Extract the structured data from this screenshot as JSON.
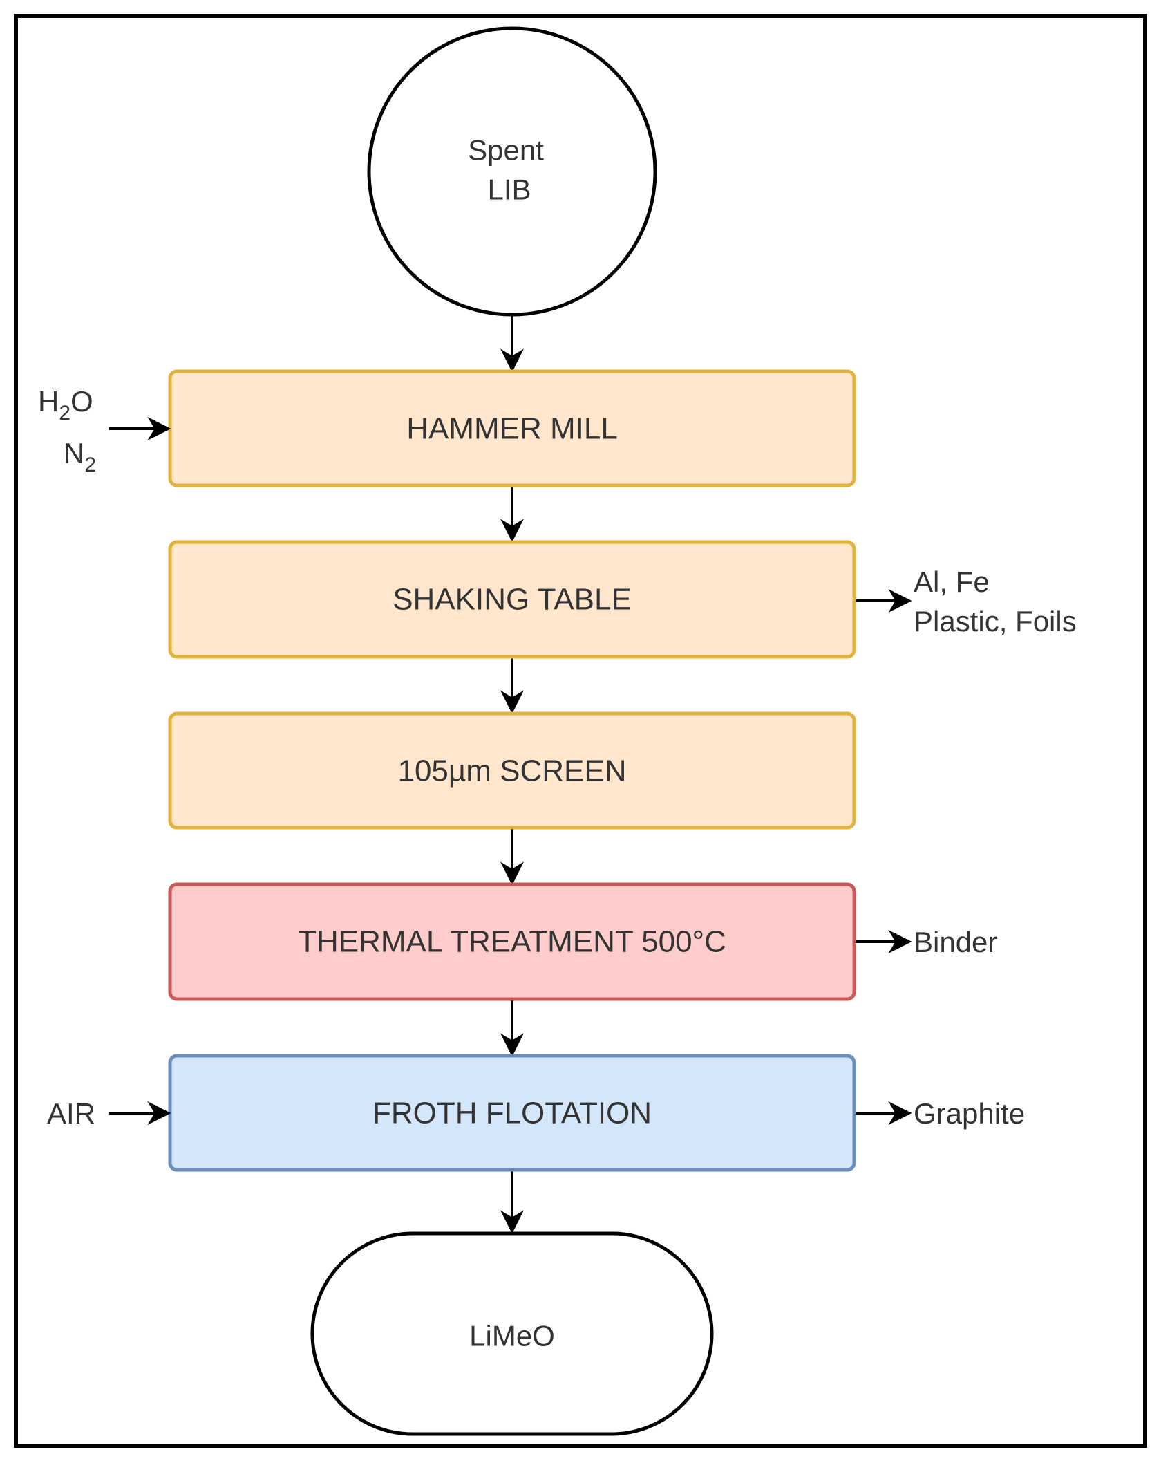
{
  "colors": {
    "mechanical_fill": "#ffe6cc",
    "mechanical_stroke": "#e2b33b",
    "thermal_fill": "#ffcccc",
    "thermal_stroke": "#c9585a",
    "flotation_fill": "#d4e6f9",
    "flotation_stroke": "#6c8ebf",
    "line": "#000000",
    "text": "#333333"
  },
  "start": {
    "line1": "Spent",
    "line2": "LIB"
  },
  "steps": [
    {
      "label": "HAMMER MILL"
    },
    {
      "label": "SHAKING TABLE"
    },
    {
      "label": "105µm SCREEN"
    },
    {
      "label": "THERMAL TREATMENT 500°C"
    },
    {
      "label": "FROTH FLOTATION"
    }
  ],
  "inputs": {
    "hammer_mill": {
      "water": "H",
      "water_sub": "2",
      "water_tail": "O",
      "nitrogen": "N",
      "nitrogen_sub": "2"
    },
    "froth_flotation": "AIR"
  },
  "outputs": {
    "shaking_table": {
      "line1": "Al, Fe",
      "line2": "Plastic, Foils"
    },
    "thermal_treatment": "Binder",
    "froth_flotation": "Graphite"
  },
  "end": {
    "label": "LiMeO"
  }
}
